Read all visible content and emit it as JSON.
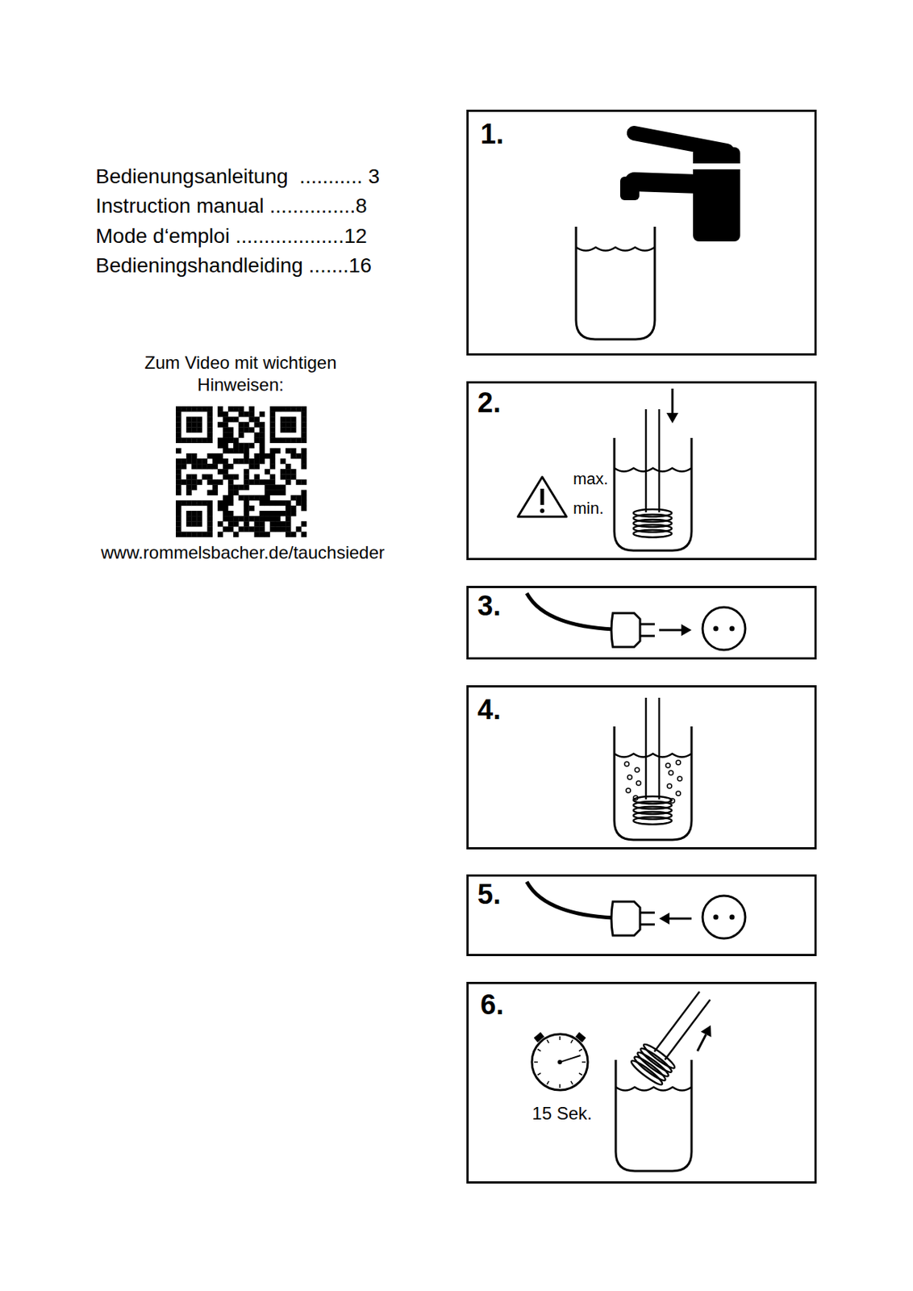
{
  "diagram": {
    "nodes": [
      {
        "text": [
          "1."
        ]
      },
      {
        "text": [
          "2.",
          "max.",
          "min."
        ]
      },
      {
        "text": [
          "3."
        ]
      },
      {
        "text": [
          "4."
        ]
      },
      {
        "text": [
          "5."
        ]
      },
      {
        "text": [
          "6.",
          "15 Sek."
        ]
      }
    ],
    "labels": [
      "Bedienungsanleitung  ........... 3",
      "Instruction manual ...............8",
      "Mode d‘emploi ...................12",
      "Bedieningshandleiding .......16",
      "Zum Video mit wichtigen Hinweisen:",
      "www.rommelsbacher.de/tauchsieder"
    ]
  }
}
